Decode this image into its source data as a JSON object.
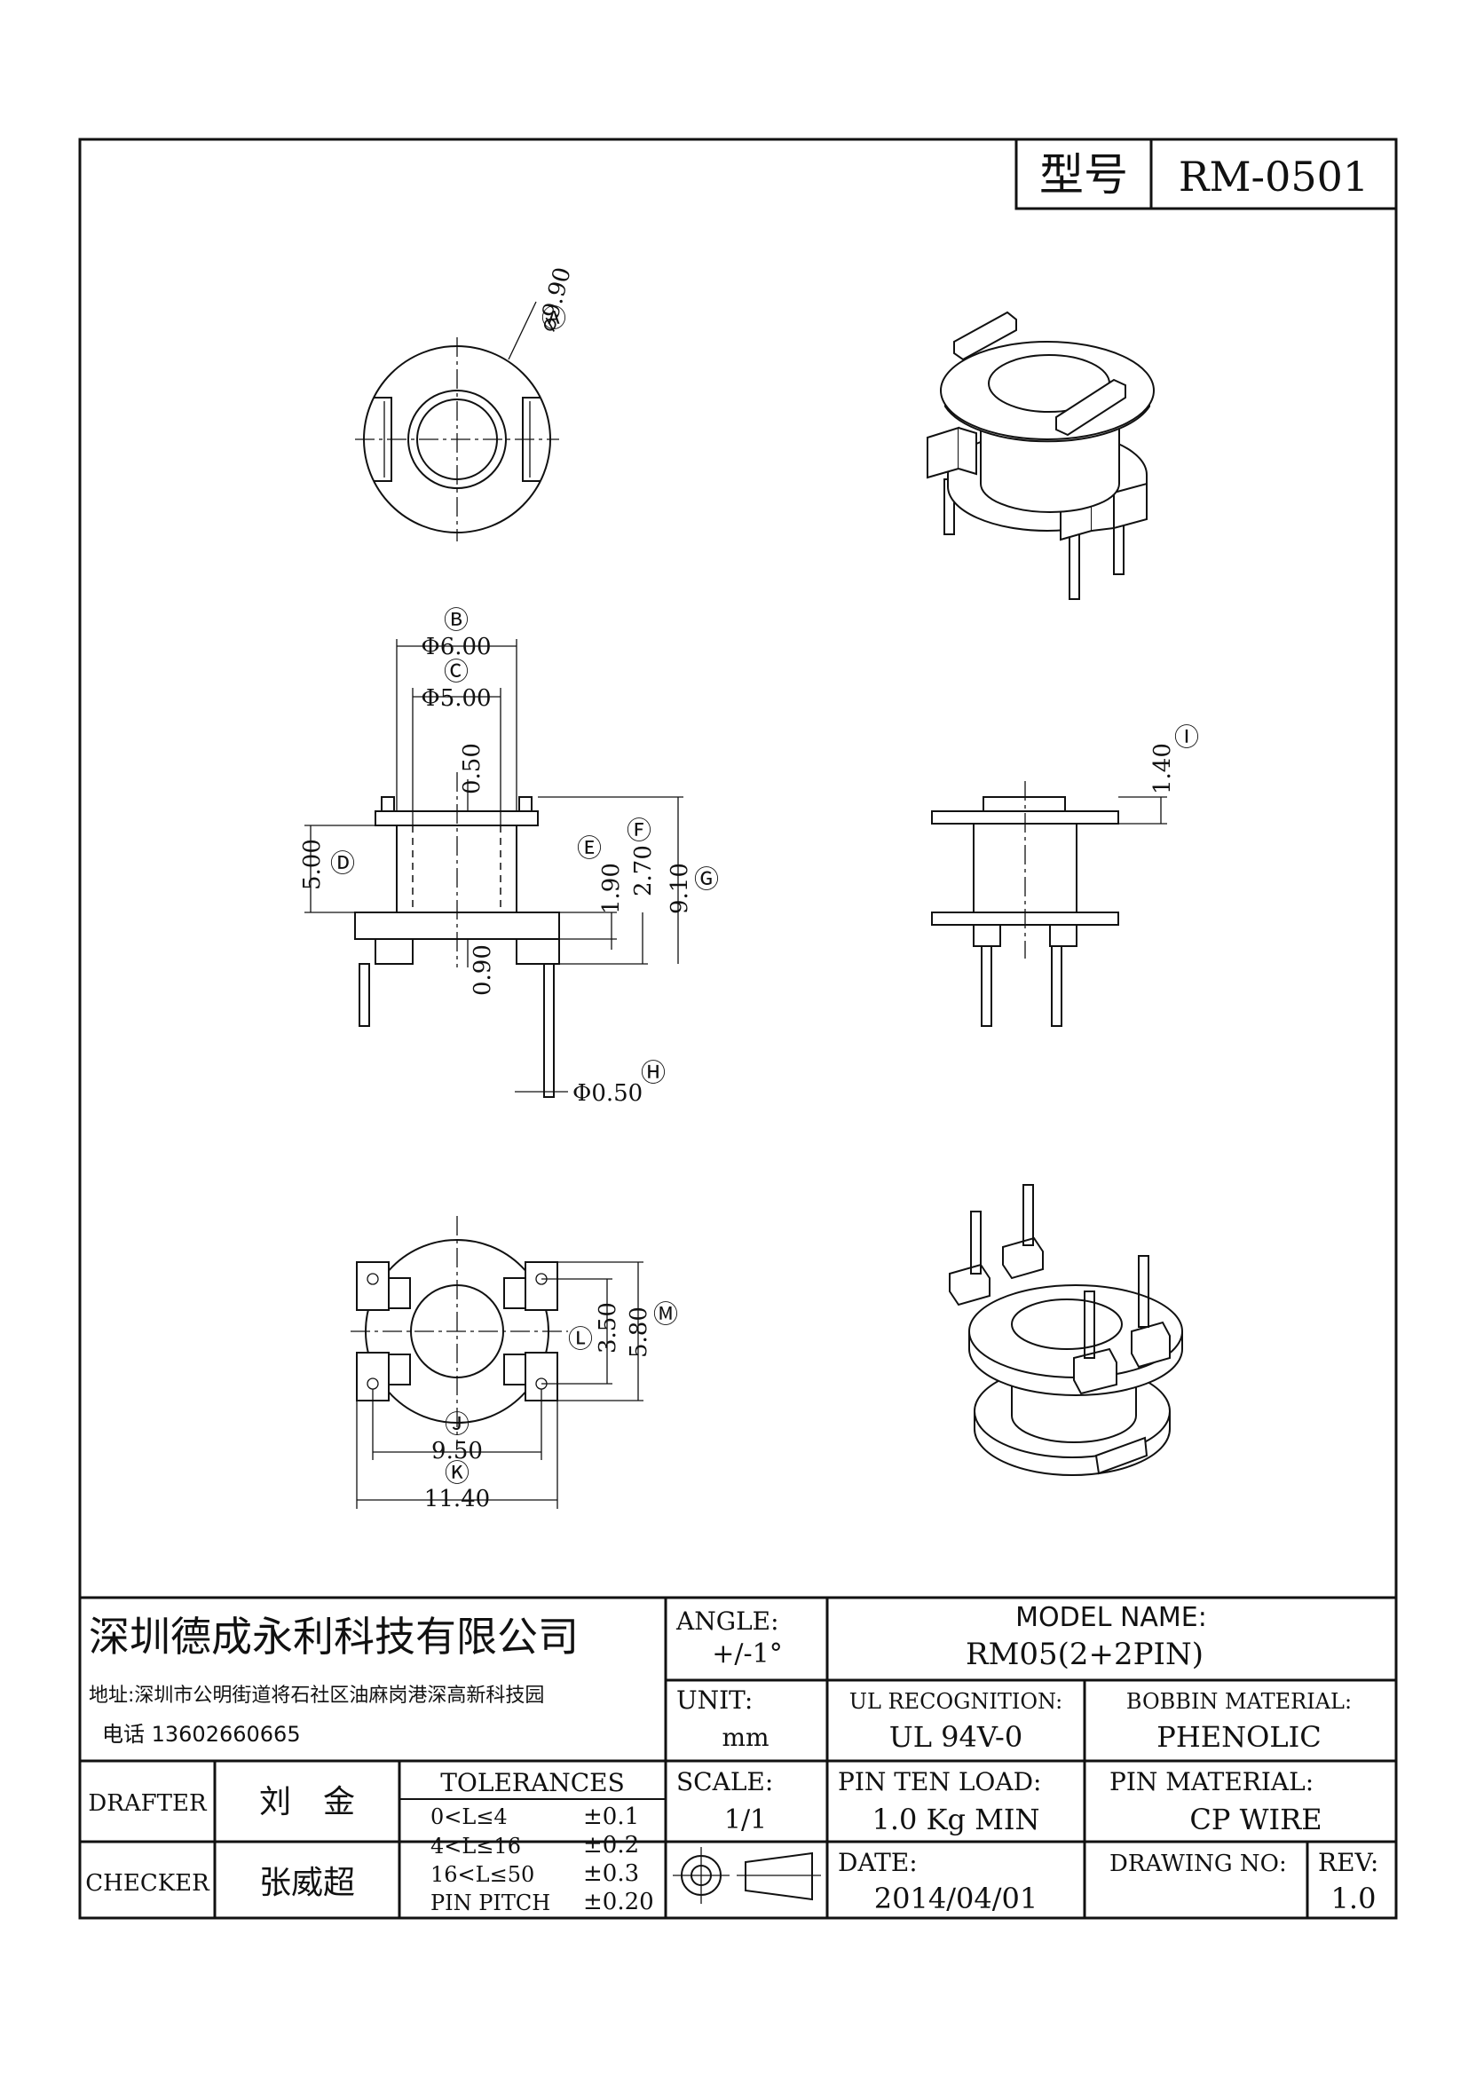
{
  "header": {
    "type_label": "型号",
    "part_number": "RM-0501"
  },
  "dimensions": {
    "outer_diameter": "⌀9.90",
    "flange_dia": "Φ6.00",
    "core_dia": "Φ5.00",
    "flange_thk": "0.50",
    "height_d": "5.00",
    "dim_e": "1.90",
    "dim_f": "2.70",
    "dim_g": "9.10",
    "base_thk": "0.90",
    "pin_dia": "Φ0.50",
    "dim_i": "1.40",
    "dim_l": "3.50",
    "dim_m": "5.80",
    "dim_j": "9.50",
    "dim_k": "11.40"
  },
  "markers": {
    "a": "Ⓐ",
    "b": "Ⓑ",
    "c": "Ⓒ",
    "d": "Ⓓ",
    "e": "Ⓔ",
    "f": "Ⓕ",
    "g": "Ⓖ",
    "h": "Ⓗ",
    "i": "Ⓘ",
    "j": "Ⓙ",
    "k": "Ⓚ",
    "l": "Ⓛ",
    "m": "Ⓜ"
  },
  "title_block": {
    "company": "深圳德成永利科技有限公司",
    "address": "地址:深圳市公明街道将石社区油麻岗港深高新科技园",
    "phone": "电话 13602660665",
    "angle_label": "ANGLE:",
    "angle_value": "+/-1°",
    "model_name_label": "MODEL NAME:",
    "model_name_value": "RM05(2+2PIN)",
    "unit_label": "UNIT:",
    "unit_value": "mm",
    "ul_label": "UL RECOGNITION:",
    "ul_value": "UL 94V-0",
    "bobbin_label": "BOBBIN MATERIAL:",
    "bobbin_value": "PHENOLIC",
    "scale_label": "SCALE:",
    "scale_value": "1/1",
    "pin_ten_label": "PIN TEN LOAD:",
    "pin_ten_value": "1.0 Kg MIN",
    "pin_mat_label": "PIN MATERIAL:",
    "pin_mat_value": "CP WIRE",
    "date_label": "DATE:",
    "date_value": "2014/04/01",
    "drawing_no_label": "DRAWING NO:",
    "drawing_no_value": "",
    "rev_label": "REV:",
    "rev_value": "1.0",
    "drafter_label": "DRAFTER",
    "drafter_name": "刘　金",
    "checker_label": "CHECKER",
    "checker_name": "张威超",
    "tolerances_title": "TOLERANCES",
    "tolerances": [
      {
        "range": "0<L≤4",
        "value": "±0.1"
      },
      {
        "range": "4<L≤16",
        "value": "±0.2"
      },
      {
        "range": "16<L≤50",
        "value": "±0.3"
      },
      {
        "range": "PIN PITCH",
        "value": "±0.20"
      }
    ]
  }
}
